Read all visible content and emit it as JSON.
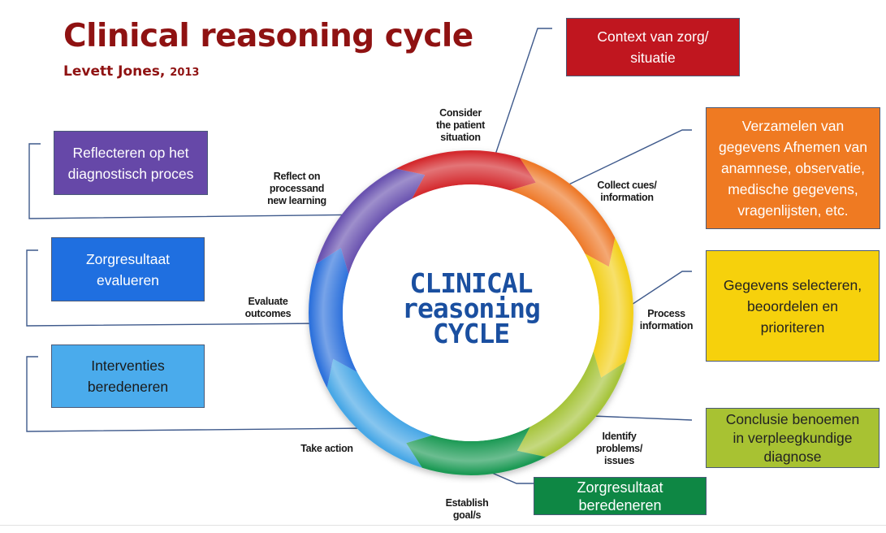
{
  "header": {
    "title": "Clinical reasoning cycle",
    "author": "Levett Jones,",
    "year": "2013"
  },
  "cycle": {
    "center_lines": [
      "CLINICAL",
      "reasoning",
      "cycle"
    ],
    "stages": [
      {
        "label_lines": [
          "Consider",
          "the patient",
          "situation"
        ],
        "color": "#d42a2f"
      },
      {
        "label_lines": [
          "Collect cues/",
          "information"
        ],
        "color": "#ee7a2a"
      },
      {
        "label_lines": [
          "Process",
          "information"
        ],
        "color": "#f3d01a"
      },
      {
        "label_lines": [
          "Identify",
          "problems/",
          "issues"
        ],
        "color": "#a6c43a"
      },
      {
        "label_lines": [
          "Establish",
          "goal/s"
        ],
        "color": "#1f9a55"
      },
      {
        "label_lines": [
          "Take action"
        ],
        "color": "#47a7e6"
      },
      {
        "label_lines": [
          "Evaluate",
          "outcomes"
        ],
        "color": "#2e72dc"
      },
      {
        "label_lines": [
          "Reflect on",
          "processand",
          "new learning"
        ],
        "color": "#6b52b0"
      }
    ]
  },
  "boxes": {
    "context": {
      "lines": [
        "Context van zorg/",
        "situatie"
      ],
      "bg": "#c0161f",
      "fg": "#ffffff"
    },
    "collect": {
      "lines": [
        "Verzamelen van",
        "gegevens Afnemen van",
        "anamnese, observatie,",
        "medische gegevens,",
        "vragenlijsten, etc."
      ],
      "bg": "#ef7a22",
      "fg": "#ffffff"
    },
    "process": {
      "lines": [
        "Gegevens selecteren,",
        "beoordelen en",
        "prioriteren"
      ],
      "bg": "#f6d10c",
      "fg": "#222222"
    },
    "conclusion": {
      "lines": [
        "Conclusie benoemen",
        "in verpleegkundige",
        "diagnose"
      ],
      "bg": "#a8c232",
      "fg": "#222222"
    },
    "goal": {
      "lines": [
        "Zorgresultaat",
        "beredeneren"
      ],
      "bg": "#0e8744",
      "fg": "#ffffff"
    },
    "reflect": {
      "lines": [
        "Reflecteren op het",
        "diagnostisch proces"
      ],
      "bg": "#6648a8",
      "fg": "#ffffff"
    },
    "evaluate": {
      "lines": [
        "Zorgresultaat",
        "evalueren"
      ],
      "bg": "#1f6fe0",
      "fg": "#ffffff"
    },
    "interventions": {
      "lines": [
        "Interventies",
        "beredeneren"
      ],
      "bg": "#4aabec",
      "fg": "#1a1a1a"
    }
  }
}
